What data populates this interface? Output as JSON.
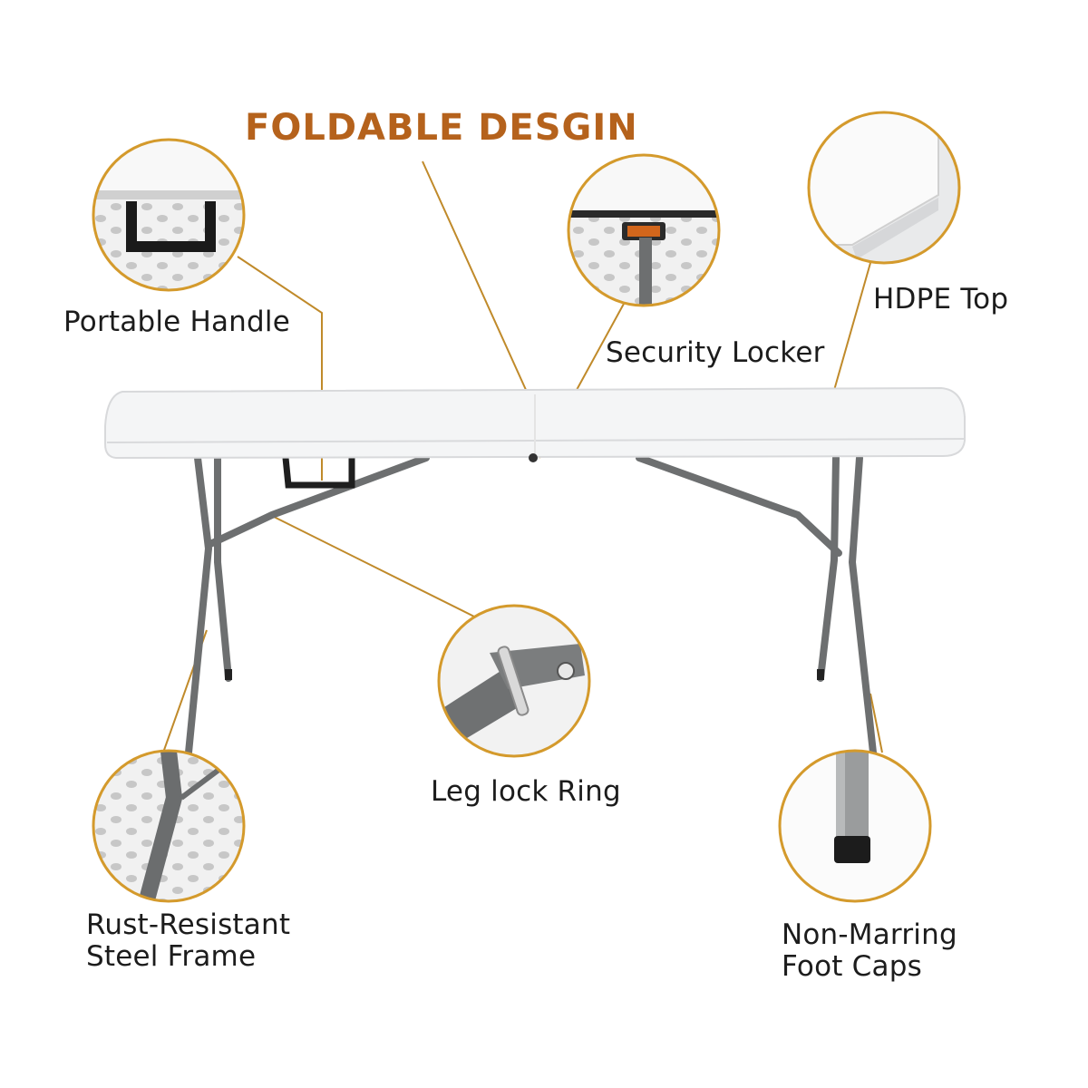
{
  "title": "FOLDABLE DESGIN",
  "accent_color": "#b5621c",
  "circle_color": "#d49a2c",
  "labels": {
    "portable_handle": "Portable Handle",
    "security_locker": "Security Locker",
    "hdpe_top": "HDPE Top",
    "leg_lock_ring": "Leg lock Ring",
    "rust_resistant_1": "Rust-Resistant",
    "rust_resistant_2": "Steel Frame",
    "foot_caps_1": "Non-Marring",
    "foot_caps_2": "Foot Caps"
  },
  "icons": [
    "handle-detail",
    "lock-detail",
    "corner-detail",
    "ring-detail",
    "frame-detail",
    "foot-cap-detail"
  ]
}
